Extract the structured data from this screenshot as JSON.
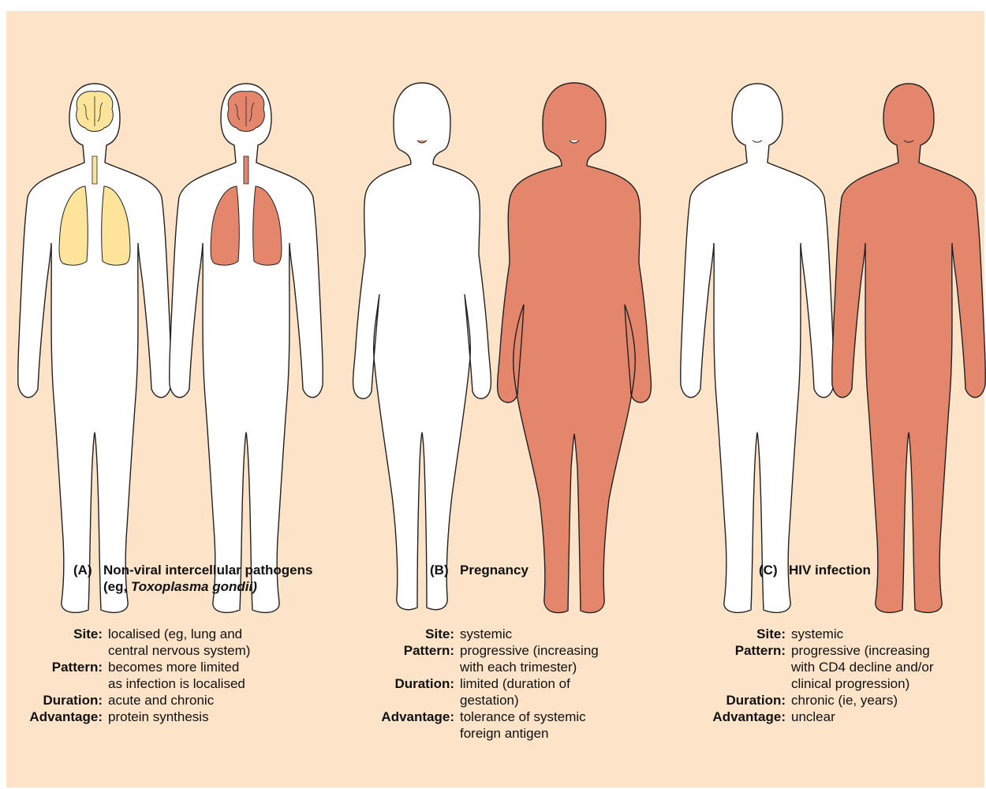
{
  "panels": [
    {
      "label": "(A)",
      "title": "Non-viral intercellular pathogens",
      "subtitle_prefix": "(eg, ",
      "subtitle_italic": "Toxoplasma gondii)",
      "rows": [
        {
          "key": "Site:",
          "value": "localised (eg, lung and\ncentral nervous system)"
        },
        {
          "key": "Pattern:",
          "value": "becomes more limited\nas infection is localised"
        },
        {
          "key": "Duration:",
          "value": "acute and chronic"
        },
        {
          "key": "Advantage:",
          "value": "protein synthesis"
        }
      ]
    },
    {
      "label": "(B)",
      "title": "Pregnancy",
      "rows": [
        {
          "key": "Site:",
          "value": "systemic"
        },
        {
          "key": "Pattern:",
          "value": "progressive (increasing\nwith each trimester)"
        },
        {
          "key": "Duration:",
          "value": "limited (duration of\ngestation)"
        },
        {
          "key": "Advantage:",
          "value": "tolerance of systemic\nforeign antigen"
        }
      ]
    },
    {
      "label": "(C)",
      "title": "HIV infection",
      "rows": [
        {
          "key": "Site:",
          "value": "systemic"
        },
        {
          "key": "Pattern:",
          "value": "progressive (increasing\nwith CD4 decline and/or\nclinical progression)"
        },
        {
          "key": "Duration:",
          "value": "chronic (ie, years)"
        },
        {
          "key": "Advantage:",
          "value": "unclear"
        }
      ]
    }
  ],
  "colors": {
    "background": "#fde3c8",
    "body_outline": "#222222",
    "body_white": "#ffffff",
    "affected": "#e3866b",
    "organ_yellow": "#fde49a"
  }
}
